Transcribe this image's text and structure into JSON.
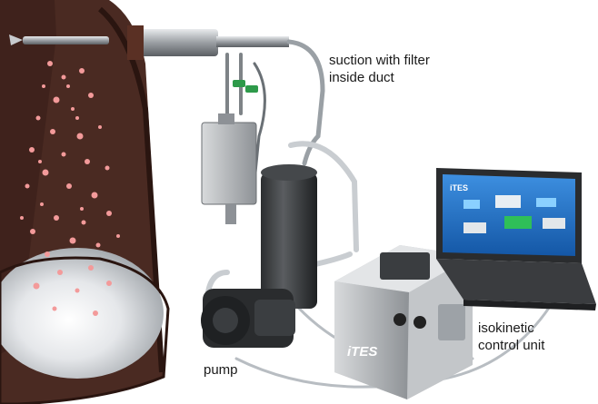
{
  "labels": {
    "suction_line1": "suction with filter",
    "suction_line2": "inside duct",
    "isokinetic_line1": "isokinetic",
    "isokinetic_line2": "control unit",
    "pump": "pump"
  },
  "branding": {
    "control_unit_logo": "iTES",
    "screen_logo": "iTES"
  },
  "colors": {
    "duct_rust": "#4a2a22",
    "particles": "#f39a9a",
    "steel": "#b9bcbf",
    "tube": "#d0d4d8",
    "screen_blue": "#1d6fc7",
    "green_fitting": "#2e9a4a"
  }
}
